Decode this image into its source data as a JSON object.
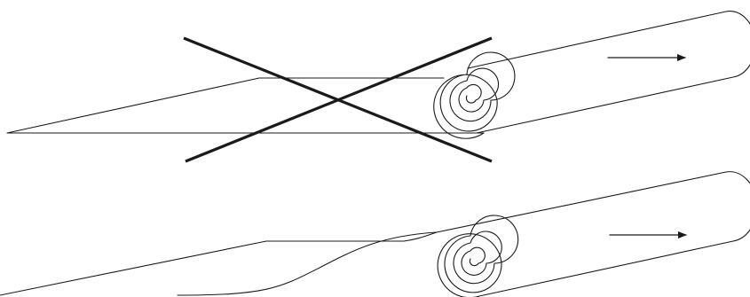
{
  "colors": {
    "line": "#1a1a1a",
    "background": "#ffffff"
  },
  "figure": {
    "panels": [
      {
        "id": "top",
        "state": "incorrect",
        "marker": "cross-out",
        "motion": "arrow-right"
      },
      {
        "id": "bottom",
        "state": "correct",
        "marker": "none",
        "motion": "arrow-right"
      }
    ]
  }
}
